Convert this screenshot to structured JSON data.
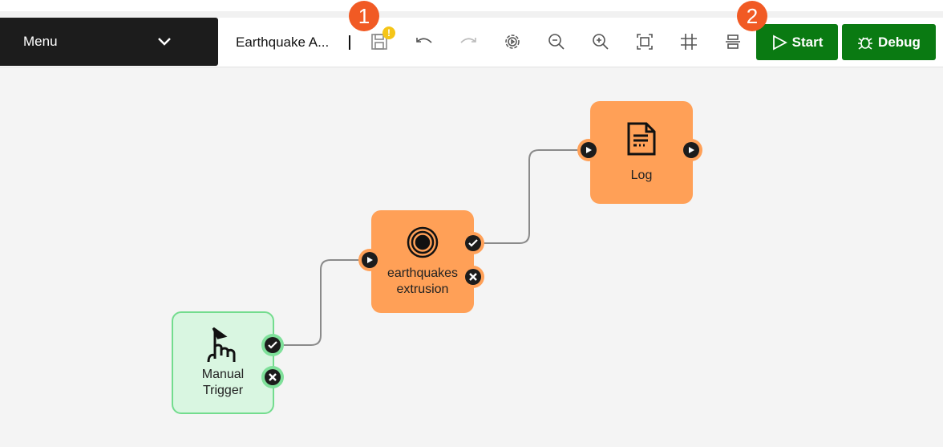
{
  "menu": {
    "label": "Menu"
  },
  "header": {
    "title": "Earthquake A...",
    "warning": "!"
  },
  "toolbar": {
    "icons": [
      "save-icon",
      "undo-icon",
      "redo-icon",
      "settings-icon",
      "zoom-out-icon",
      "zoom-in-icon",
      "fit-screen-icon",
      "grid-icon",
      "align-icon"
    ]
  },
  "buttons": {
    "start": "Start",
    "debug": "Debug"
  },
  "annotations": [
    "1",
    "2"
  ],
  "nodes": {
    "log": "Log",
    "eq": [
      "earthquakes",
      "extrusion"
    ],
    "manual": [
      "Manual",
      "Trigger"
    ]
  },
  "colors": {
    "action": "#ffa057",
    "trigger": "#d9f6e1",
    "primary": "#0a7a12",
    "annotation": "#f15a24"
  }
}
